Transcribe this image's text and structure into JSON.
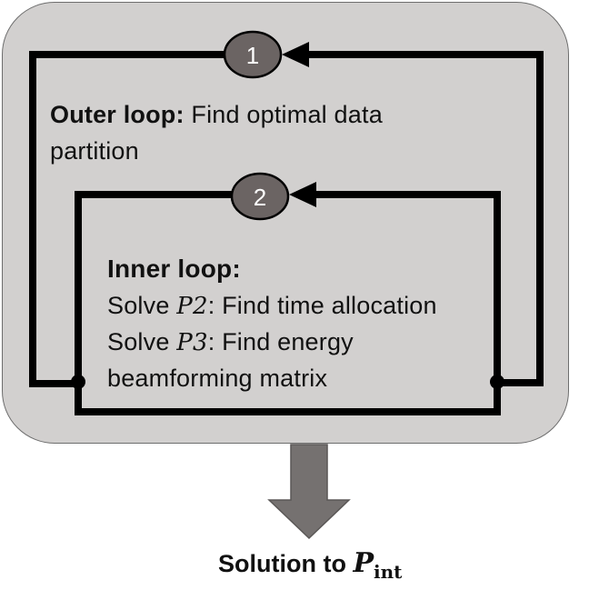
{
  "outer_loop": {
    "badge": "1",
    "title": "Outer loop:",
    "text_line1": "Find optimal data",
    "text_line2": "partition"
  },
  "inner_loop": {
    "badge": "2",
    "title": "Inner loop:",
    "line1_prefix": "Solve ",
    "line1_math": "P2",
    "line1_suffix": ": Find time allocation",
    "line2_prefix": "Solve ",
    "line2_math": "P3",
    "line2_suffix": ": Find energy",
    "line3": "beamforming matrix"
  },
  "solution": {
    "prefix": "Solution to ",
    "math": "P",
    "subscript": "int"
  },
  "colors": {
    "panel": "#d2d0cf",
    "badge": "#6b6463",
    "arrow_down": "#757170",
    "line": "#000000"
  }
}
